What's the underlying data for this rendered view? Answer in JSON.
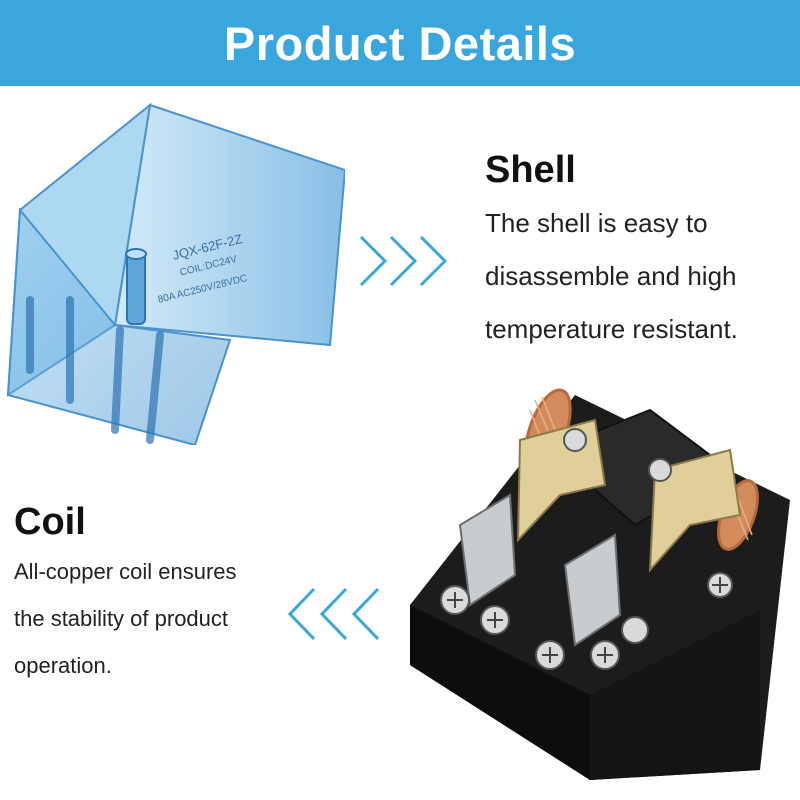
{
  "banner": {
    "title": "Product Details",
    "color": "#3aa6de"
  },
  "shell_image": {
    "icon": "relay-shell-image",
    "label_line1": "JQX-62F-2Z",
    "label_line2": "COIL:DC24V",
    "label_line3": "80A AC250V/28VDC"
  },
  "relay_image": {
    "icon": "relay-coil-image"
  },
  "shell": {
    "heading": "Shell",
    "lines": [
      "The shell is easy to",
      "disassemble and high",
      "temperature resistant."
    ],
    "arrow_icon": "chevrons-right-icon"
  },
  "coil": {
    "heading": "Coil",
    "lines": [
      "All-copper coil ensures",
      "the stability of product",
      "operation."
    ],
    "arrow_icon": "chevrons-left-icon"
  }
}
